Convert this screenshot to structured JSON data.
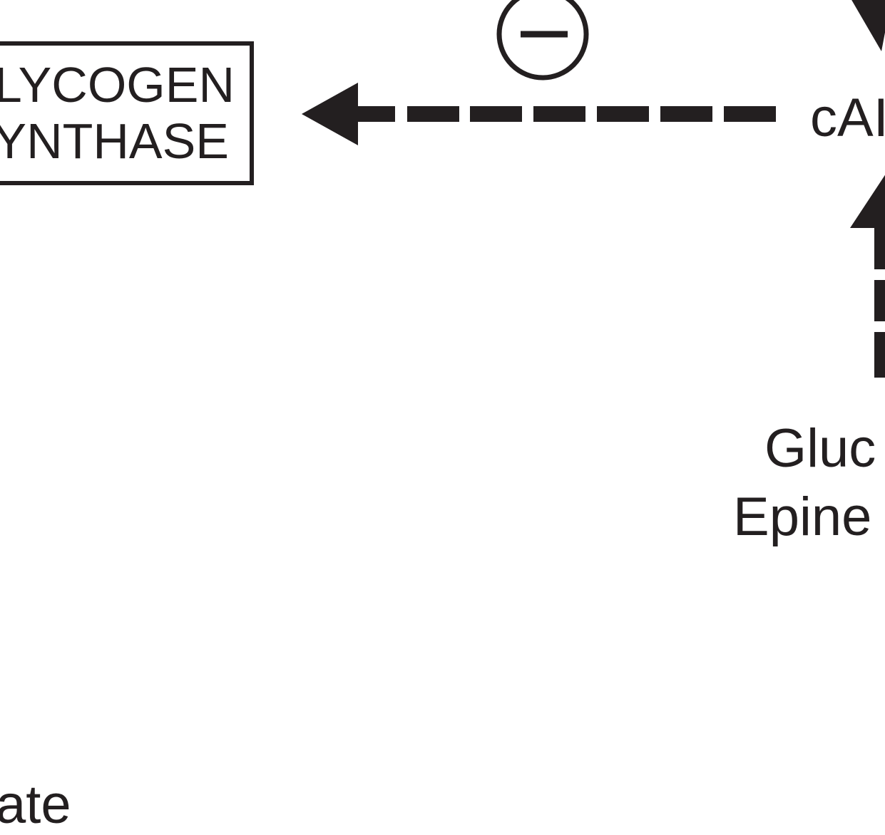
{
  "diagram": {
    "box": {
      "line1": "LYCOGEN",
      "line2": "YNTHASE"
    },
    "inhibition_symbol": "minus-circle",
    "nodes": {
      "camp": "cAI",
      "glucagon": "Gluc",
      "epinephrine": "Epine",
      "substrate_fragment": "ate"
    },
    "colors": {
      "ink": "#231f20",
      "background": "#ffffff"
    }
  }
}
